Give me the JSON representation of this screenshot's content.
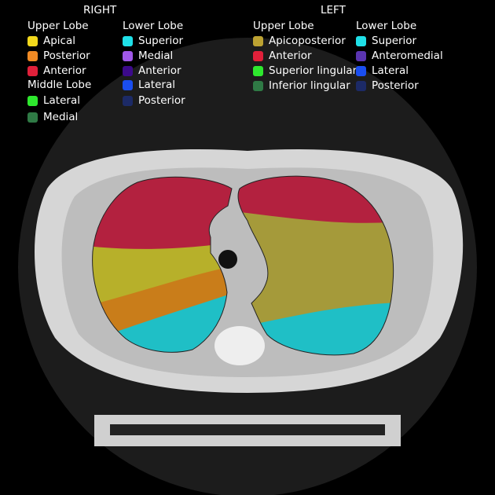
{
  "right": {
    "title": "RIGHT",
    "upper_lobe": {
      "label": "Upper Lobe",
      "items": [
        {
          "label": "Apical",
          "color": "#f2d81c"
        },
        {
          "label": "Posterior",
          "color": "#f08a24"
        },
        {
          "label": "Anterior",
          "color": "#e0203a"
        }
      ]
    },
    "middle_lobe": {
      "label": "Middle Lobe",
      "items": [
        {
          "label": "Lateral",
          "color": "#2ee82e"
        },
        {
          "label": "Medial",
          "color": "#2f7a45"
        }
      ]
    },
    "lower_lobe": {
      "label": "Lower Lobe",
      "items": [
        {
          "label": "Superior",
          "color": "#1fe0e8"
        },
        {
          "label": "Medial",
          "color": "#a058e8"
        },
        {
          "label": "Anterior",
          "color": "#3c0a8a"
        },
        {
          "label": "Lateral",
          "color": "#1a4ef0"
        },
        {
          "label": "Posterior",
          "color": "#1c2a66"
        }
      ]
    }
  },
  "left": {
    "title": "LEFT",
    "upper_lobe": {
      "label": "Upper Lobe",
      "items": [
        {
          "label": "Apicoposterior",
          "color": "#bca232"
        },
        {
          "label": "Anterior",
          "color": "#e0203a"
        },
        {
          "label": "Superior lingular",
          "color": "#2ee82e"
        },
        {
          "label": "Inferior lingular",
          "color": "#2f7a45"
        }
      ]
    },
    "lower_lobe": {
      "label": "Lower Lobe",
      "items": [
        {
          "label": "Superior",
          "color": "#1fe0e8"
        },
        {
          "label": "Anteromedial",
          "color": "#5a34b0"
        },
        {
          "label": "Lateral",
          "color": "#1a4ef0"
        },
        {
          "label": "Posterior",
          "color": "#1c2a66"
        }
      ]
    }
  }
}
